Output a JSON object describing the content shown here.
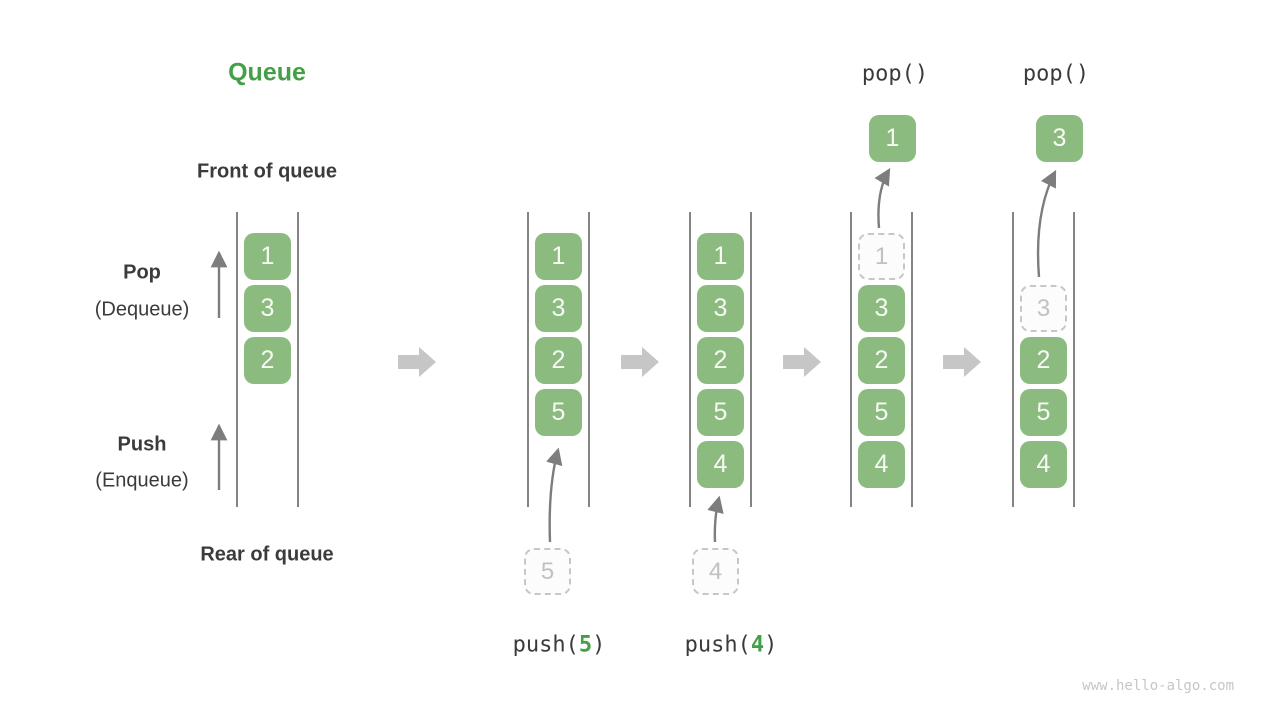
{
  "title": "Queue",
  "labels": {
    "front_of_queue": "Front of queue",
    "rear_of_queue": "Rear of queue",
    "pop": "Pop",
    "pop_alias": "(Dequeue)",
    "push": "Push",
    "push_alias": "(Enqueue)"
  },
  "states": [
    {
      "items": [
        "1",
        "3",
        "2"
      ]
    },
    {
      "items": [
        "1",
        "3",
        "2",
        "5"
      ],
      "incoming": "5",
      "op_prefix": "push(",
      "op_arg": "5",
      "op_suffix": ")"
    },
    {
      "items": [
        "1",
        "3",
        "2",
        "5",
        "4"
      ],
      "incoming": "4",
      "op_prefix": "push(",
      "op_arg": "4",
      "op_suffix": ")"
    },
    {
      "items": [
        "3",
        "2",
        "5",
        "4"
      ],
      "outgoing": "1",
      "op": "pop()"
    },
    {
      "items": [
        "2",
        "5",
        "4"
      ],
      "outgoing": "3",
      "op": "pop()"
    }
  ],
  "watermark": "www.hello-algo.com",
  "colors": {
    "item_green": "#8cbb80",
    "accent_green": "#43a047",
    "text_dark": "#3b3b3b",
    "rail_gray": "#4f4f4f",
    "arrow_gray": "#7d7d7d",
    "flow_arrow_gray": "#c6c6c6",
    "ghost_gray": "#c7c7c7"
  }
}
